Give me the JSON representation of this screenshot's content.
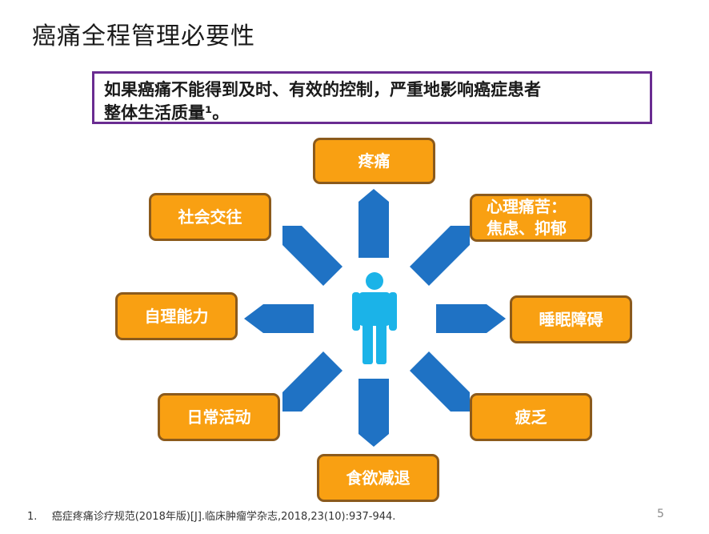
{
  "slide": {
    "title": "癌痛全程管理必要性",
    "callout_line1": "如果癌痛不能得到及时、有效的控制，严重地影响癌症患者",
    "callout_line2": "整体生活质量¹。",
    "page_number": "5"
  },
  "center": {
    "icon": "person-icon",
    "color": "#1bb3e8"
  },
  "arrow_color": "#1f72c4",
  "box_color": "#f9a012",
  "boxes": {
    "top": "疼痛",
    "top_right_line1": "心理痛苦：",
    "top_right_line2": "焦虑、抑郁",
    "right": "睡眠障碍",
    "bottom_right": "疲乏",
    "bottom": "食欲减退",
    "bottom_left": "日常活动",
    "left": "自理能力",
    "top_left": "社会交往"
  },
  "footnote": {
    "number": "1.",
    "text": "癌症疼痛诊疗规范(2018年版)[J].临床肿瘤学杂志,2018,23(10):937-944."
  }
}
